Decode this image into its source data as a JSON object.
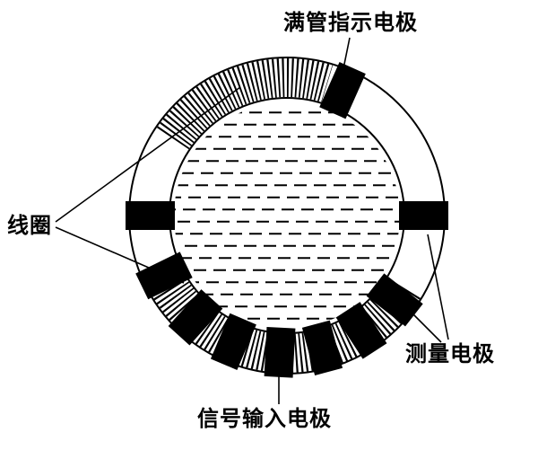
{
  "colors": {
    "ink": "#000000",
    "background": "#ffffff"
  },
  "labels": {
    "full_pipe_electrode": "满管指示电极",
    "coil": "线圈",
    "measuring_electrode": "测量电极",
    "signal_input_electrode": "信号输入电极"
  }
}
